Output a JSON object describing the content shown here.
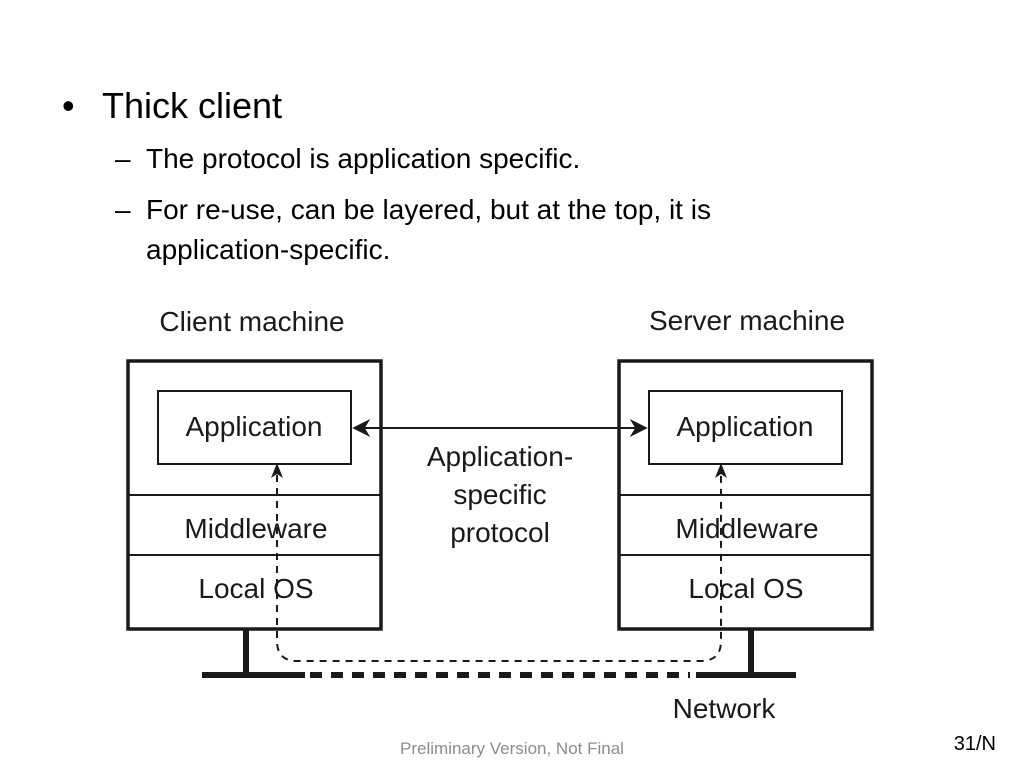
{
  "slide": {
    "bullet": {
      "marker": "•",
      "text": "Thick client"
    },
    "sub_bullets": [
      {
        "marker": "–",
        "lines": [
          "The protocol is application specific."
        ]
      },
      {
        "marker": "–",
        "lines": [
          "For re-use, can be layered, but at the top, it is",
          "application-specific."
        ]
      }
    ]
  },
  "diagram": {
    "client": {
      "title": "Client machine",
      "application": "Application",
      "middleware": "Middleware",
      "local_os": "Local OS"
    },
    "server": {
      "title": "Server machine",
      "application": "Application",
      "middleware": "Middleware",
      "local_os": "Local OS"
    },
    "protocol_label": [
      "Application-",
      "specific",
      "protocol"
    ],
    "network_label": "Network"
  },
  "footer": {
    "text": "Preliminary Version, Not Final",
    "page": "31/N"
  }
}
